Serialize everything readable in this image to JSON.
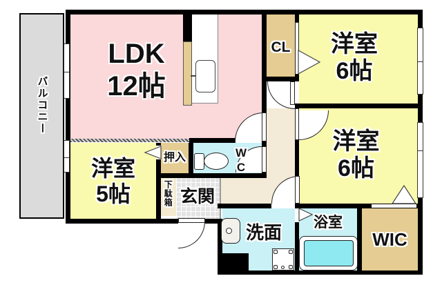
{
  "title": "apartment floor plan",
  "rooms": {
    "balcony": {
      "label": "バルコニー"
    },
    "ldk": {
      "line1": "LDK",
      "line2": "12帖"
    },
    "cl": {
      "label": "CL"
    },
    "bedroom_top": {
      "line1": "洋室",
      "line2": "6帖"
    },
    "bedroom_mid": {
      "line1": "洋室",
      "line2": "6帖"
    },
    "bedroom_small": {
      "line1": "洋室",
      "line2": "5帖"
    },
    "oshiire": {
      "label": "押入"
    },
    "wc": {
      "line1": "W",
      "line2": "C"
    },
    "getabako": {
      "label": "下駄箱"
    },
    "genkan": {
      "label": "玄関"
    },
    "senmen": {
      "label": "洗面"
    },
    "bathroom": {
      "label": "浴室"
    },
    "wic": {
      "label": "WIC"
    }
  },
  "colors": {
    "wall": "#000000",
    "ldk_pink": "#fbd8da",
    "room_yellow": "#fafaae",
    "closet_tan": "#e4cc92",
    "hall_beige": "#f3ebd7",
    "wet_cyan": "#c9f1f6",
    "tub_cyan": "#8fe9f0",
    "balcony_gray": "#dbdbdb",
    "genkan_gray": "#e3e3e3",
    "shoe_cream": "#f3ead0",
    "counter_tan": "#e4cc92"
  }
}
